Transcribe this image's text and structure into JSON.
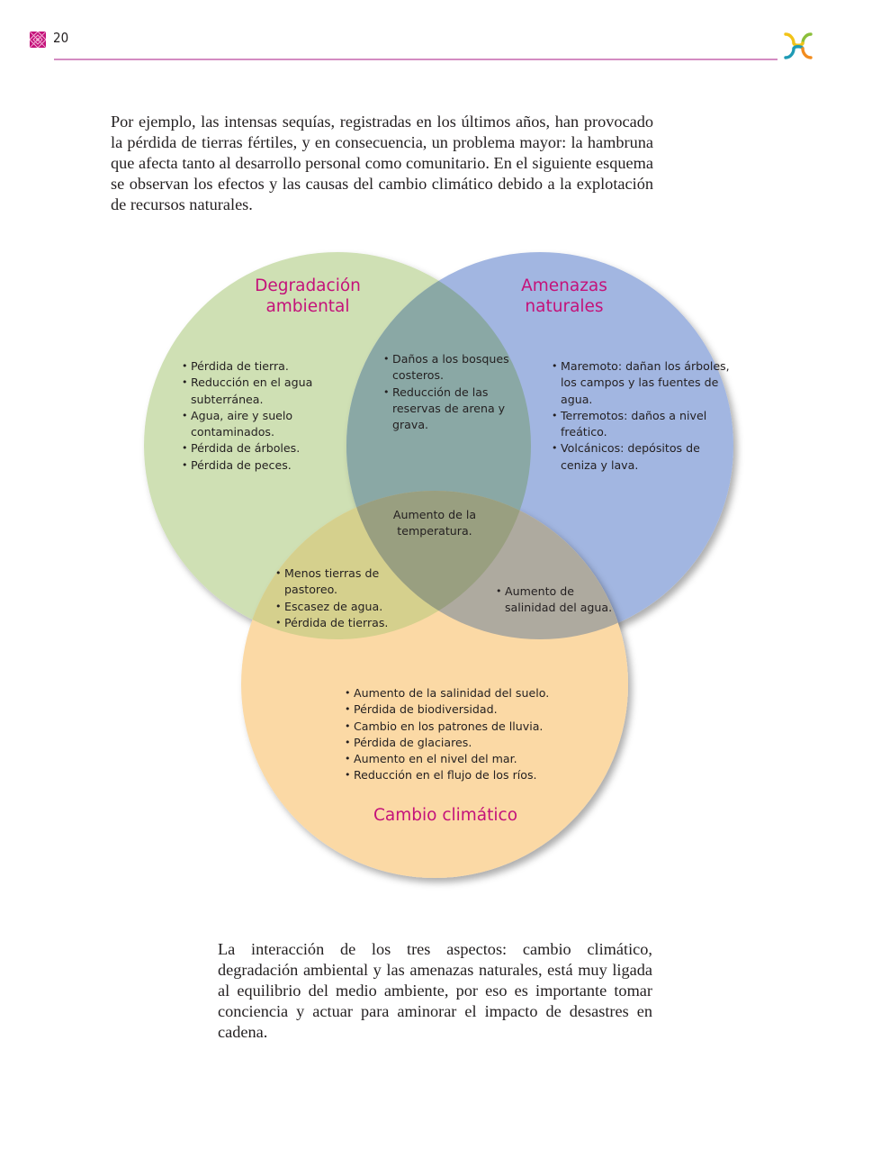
{
  "header": {
    "page_number": "20"
  },
  "intro_text": "Por ejemplo, las intensas sequías, registradas en los últimos años, han provocado la pérdida de tierras fértiles, y en consecuencia, un problema mayor: la hambruna que afecta tanto al desarrollo personal como comunitario. En el siguiente esquema se observan los efectos y las causas del cambio climático debido a la explotación de recursos naturales.",
  "diagram": {
    "circles": {
      "degradacion": {
        "title_line1": "Degradación",
        "title_line2": "ambiental",
        "color": "#cfe0b4",
        "items": [
          "Pérdida de tierra.",
          "Reducción en el agua subterránea.",
          "Agua, aire y suelo contaminados.",
          "Pérdida de árboles.",
          "Pérdida de peces."
        ]
      },
      "amenazas": {
        "title_line1": "Amenazas",
        "title_line2": "naturales",
        "color": "#a2b6e1",
        "items": [
          "Maremoto: dañan los árboles, los campos y las fuentes de agua.",
          "Terremotos: daños a nivel freático.",
          "Volcánicos: depósitos de ceniza y lava."
        ]
      },
      "cambio": {
        "title": "Cambio climático",
        "color": "#fbd9a5",
        "items": [
          "Aumento de la salinidad del suelo.",
          "Pérdida de biodiversidad.",
          "Cambio en los patrones de lluvia.",
          "Pérdida de glaciares.",
          "Aumento en el nivel del mar.",
          "Reducción en el flujo de los ríos."
        ]
      }
    },
    "intersections": {
      "degradacion_amenazas": {
        "color": "#8aa8a5",
        "items": [
          "Daños a los bosques costeros.",
          "Reducción de las reservas de arena y grava."
        ]
      },
      "center": {
        "color": "#999f80",
        "text": "Aumento de la temperatura."
      },
      "degradacion_cambio": {
        "color": "#d5d08d",
        "items": [
          "Menos tierras de pastoreo.",
          "Escasez de agua.",
          "Pérdida de tierras."
        ]
      },
      "amenazas_cambio": {
        "color": "#aeaa9f",
        "items": [
          "Aumento de salinidad del agua."
        ]
      }
    },
    "title_color": "#c4127a"
  },
  "closing_text": "La interacción de los tres aspectos: cambio climático, degradación ambiental y las amenazas naturales, está muy ligada al equilibrio del medio ambiente, por eso es importante tomar conciencia y actuar para aminorar el impacto de desastres en cadena."
}
